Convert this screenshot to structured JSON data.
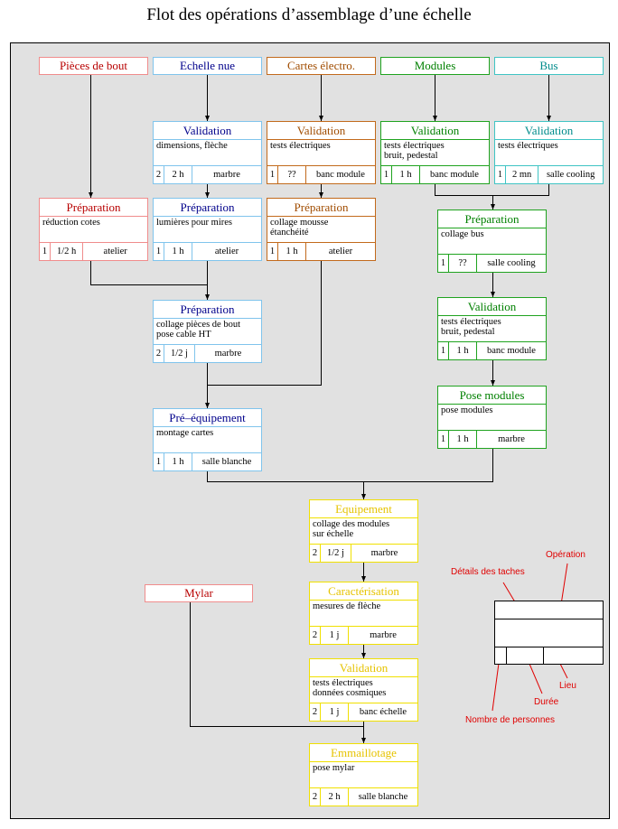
{
  "title": "Flot des opérations d’assemblage d’une échelle",
  "colors": {
    "red": {
      "text": "#b80000",
      "border": "#f08c8c"
    },
    "blue": {
      "text": "#00008b",
      "border": "#80c4ec"
    },
    "brown": {
      "text": "#a04c00",
      "border": "#c26a1c"
    },
    "green": {
      "text": "#008000",
      "border": "#1fa31f"
    },
    "cyan": {
      "text": "#008b8b",
      "border": "#40c4c4"
    },
    "yellow": {
      "text": "#e6c300",
      "border": "#f0e000"
    },
    "annotation": "#e00000",
    "background": "#e1e1e1",
    "connector": "#000000"
  },
  "inputs": {
    "pieces_de_bout": "Pièces de bout",
    "echelle_nue": "Echelle nue",
    "cartes_electro": "Cartes électro.",
    "modules": "Modules",
    "bus": "Bus",
    "mylar": "Mylar"
  },
  "operations": {
    "echelle_validation": {
      "title": "Validation",
      "details": [
        "dimensions, flèche"
      ],
      "persons": "2",
      "duration": "2 h",
      "place": "marbre"
    },
    "cartes_validation": {
      "title": "Validation",
      "details": [
        "tests électriques"
      ],
      "persons": "1",
      "duration": "??",
      "place": "banc module"
    },
    "modules_validation": {
      "title": "Validation",
      "details": [
        "tests électriques",
        "bruit, pedestal"
      ],
      "persons": "1",
      "duration": "1 h",
      "place": "banc module"
    },
    "bus_validation": {
      "title": "Validation",
      "details": [
        "tests électriques"
      ],
      "persons": "1",
      "duration": "2 mn",
      "place": "salle cooling"
    },
    "pieces_preparation": {
      "title": "Préparation",
      "details": [
        "réduction cotes"
      ],
      "persons": "1",
      "duration": "1/2 h",
      "place": "atelier"
    },
    "echelle_preparation": {
      "title": "Préparation",
      "details": [
        "lumières pour mires"
      ],
      "persons": "1",
      "duration": "1 h",
      "place": "atelier"
    },
    "cartes_preparation": {
      "title": "Préparation",
      "details": [
        "collage mousse",
        "étanchéité"
      ],
      "persons": "1",
      "duration": "1 h",
      "place": "atelier"
    },
    "modules_bus_preparation": {
      "title": "Préparation",
      "details": [
        "collage bus"
      ],
      "persons": "1",
      "duration": "??",
      "place": "salle cooling"
    },
    "modules_validation_2": {
      "title": "Validation",
      "details": [
        "tests électriques",
        "bruit, pedestal"
      ],
      "persons": "1",
      "duration": "1 h",
      "place": "banc module"
    },
    "echelle_preparation_2": {
      "title": "Préparation",
      "details": [
        "collage pièces de bout",
        "pose cable HT"
      ],
      "persons": "2",
      "duration": "1/2 j",
      "place": "marbre"
    },
    "pose_modules": {
      "title": "Pose modules",
      "details": [
        "pose modules"
      ],
      "persons": "1",
      "duration": "1 h",
      "place": "marbre"
    },
    "pre_equipement": {
      "title": "Pré–équipement",
      "details": [
        "montage cartes"
      ],
      "persons": "1",
      "duration": "1 h",
      "place": "salle blanche"
    },
    "equipement": {
      "title": "Equipement",
      "details": [
        "collage des modules",
        "sur échelle"
      ],
      "persons": "2",
      "duration": "1/2 j",
      "place": "marbre"
    },
    "caracterisation": {
      "title": "Caractérisation",
      "details": [
        "mesures de flèche"
      ],
      "persons": "2",
      "duration": "1 j",
      "place": "marbre"
    },
    "validation_finale": {
      "title": "Validation",
      "details": [
        "tests électriques",
        "données cosmiques"
      ],
      "persons": "2",
      "duration": "1 j",
      "place": "banc échelle"
    },
    "emmaillotage": {
      "title": "Emmaillotage",
      "details": [
        "pose mylar"
      ],
      "persons": "2",
      "duration": "2 h",
      "place": "salle blanche"
    }
  },
  "legend": {
    "operation": "Opération",
    "details": "Détails des taches",
    "place": "Lieu",
    "duration": "Durée",
    "persons": "Nombre de personnes"
  }
}
